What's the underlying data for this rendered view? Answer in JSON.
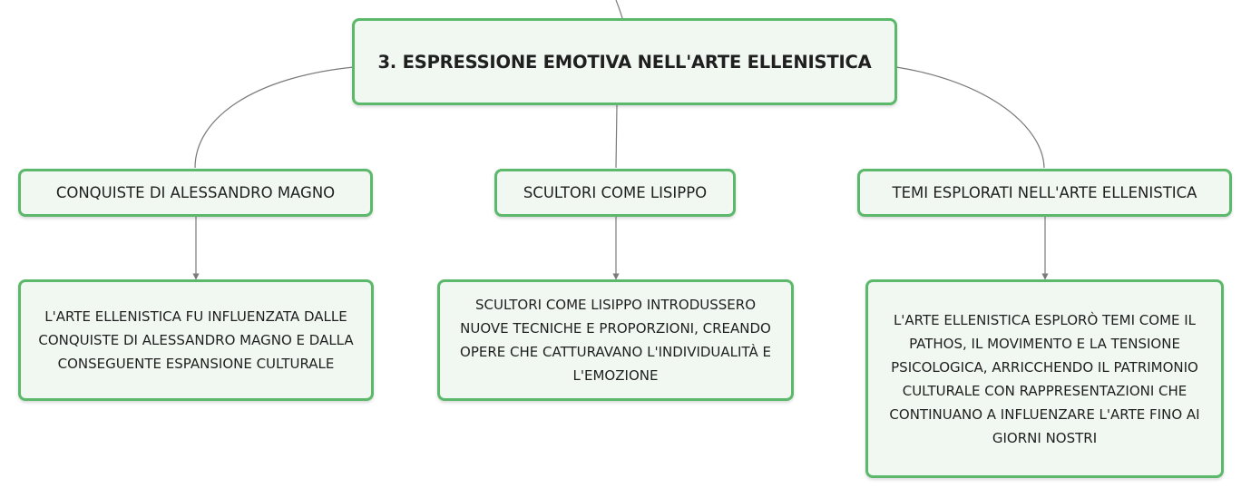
{
  "map": {
    "root": {
      "label": "3. ESPRESSIONE EMOTIVA NELL'ARTE ELLENISTICA"
    },
    "branches": [
      {
        "label": "CONQUISTE DI ALESSANDRO MAGNO",
        "detail": "L'ARTE ELLENISTICA FU INFLUENZATA DALLE CONQUISTE DI ALESSANDRO MAGNO E DALLA CONSEGUENTE ESPANSIONE CULTURALE"
      },
      {
        "label": "SCULTORI COME LISIPPO",
        "detail": "SCULTORI COME LISIPPO INTRODUSSERO NUOVE TECNICHE E PROPORZIONI, CREANDO OPERE CHE CATTURAVANO L'INDIVIDUALITÀ E L'EMOZIONE"
      },
      {
        "label": "TEMI ESPLORATI NELL'ARTE ELLENISTICA",
        "detail": "L'ARTE ELLENISTICA ESPLORÒ TEMI COME IL PATHOS, IL MOVIMENTO E LA TENSIONE PSICOLOGICA, ARRICCHENDO IL PATRIMONIO CULTURALE CON RAPPRESENTAZIONI CHE CONTINUANO A INFLUENZARE L'ARTE FINO AI GIORNI NOSTRI"
      }
    ]
  },
  "colors": {
    "node_border": "#5cb96b",
    "node_fill": "#f1f8f2",
    "connector": "#7a7a7a",
    "text": "#1f1f1f"
  }
}
